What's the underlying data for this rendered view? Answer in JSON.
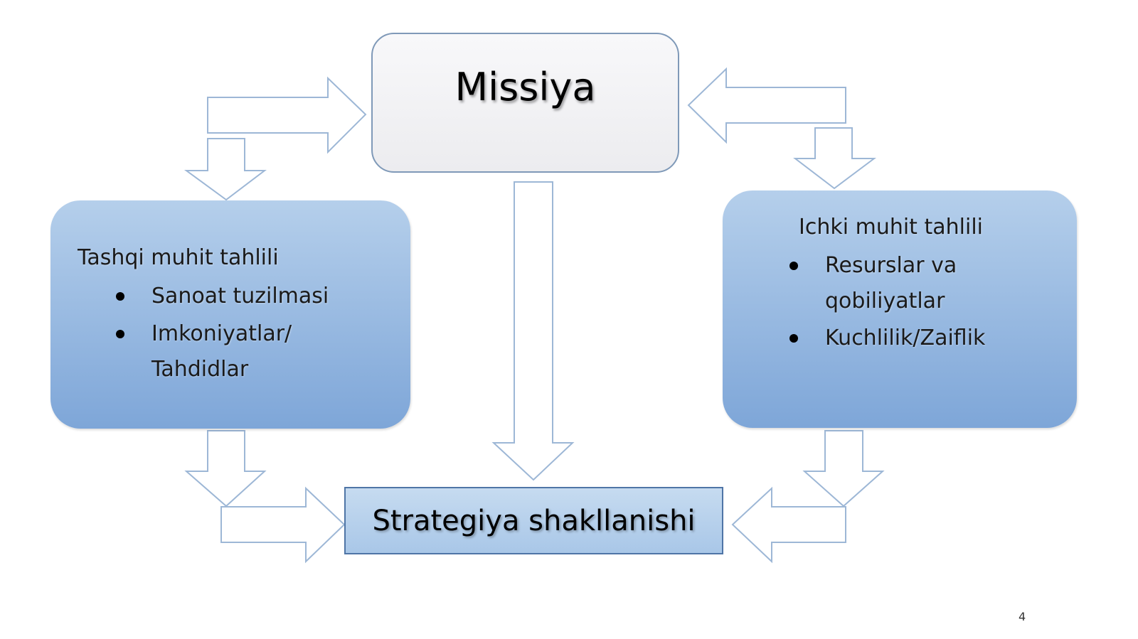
{
  "mission": {
    "title": "Missiya"
  },
  "external": {
    "heading": "Tashqi muhit tahlili",
    "items": [
      "Sanoat tuzilmasi",
      "Imkoniyatlar/ Tahdidlar"
    ]
  },
  "internal": {
    "heading": "Ichki muhit tahlili",
    "items": [
      "Resurslar va qobiliyatlar",
      "Kuchlilik/Zaiflik"
    ]
  },
  "strategy": {
    "title": "Strategiya shakllanishi"
  },
  "slide": {
    "number": "4"
  },
  "colors": {
    "box_gradient_top": "#b5cfeb",
    "box_gradient_bottom": "#7ea6d8",
    "arrow_outline": "#9db7d6",
    "mission_fill": "#f2f2f4",
    "strategy_fill": "#b9d1ee"
  }
}
